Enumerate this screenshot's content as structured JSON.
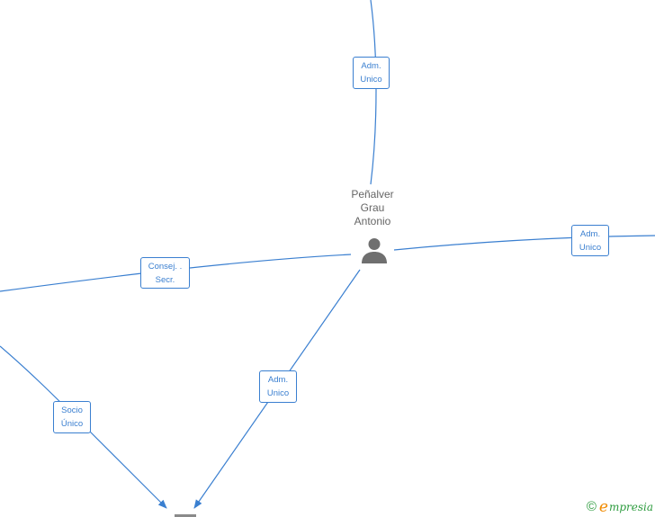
{
  "diagram": {
    "center_node": {
      "name_lines": [
        "Peñalver",
        "Grau",
        "Antonio"
      ],
      "icon": "person-icon"
    },
    "relations": [
      {
        "id": "top",
        "lines": [
          "Adm.",
          "Unico"
        ]
      },
      {
        "id": "right",
        "lines": [
          "Adm.",
          "Unico"
        ]
      },
      {
        "id": "left",
        "lines": [
          "Consej. .",
          "Secr."
        ]
      },
      {
        "id": "bottom-center",
        "lines": [
          "Adm.",
          "Unico"
        ]
      },
      {
        "id": "bottom-left",
        "lines": [
          "Socio",
          "Único"
        ]
      }
    ],
    "colors": {
      "edge": "#3a7fd0",
      "node_text": "#666666",
      "person_icon": "#6f6f6f"
    }
  },
  "branding": {
    "copyright_symbol": "©",
    "logo_initial": "e",
    "logo_rest": "mpresia"
  }
}
